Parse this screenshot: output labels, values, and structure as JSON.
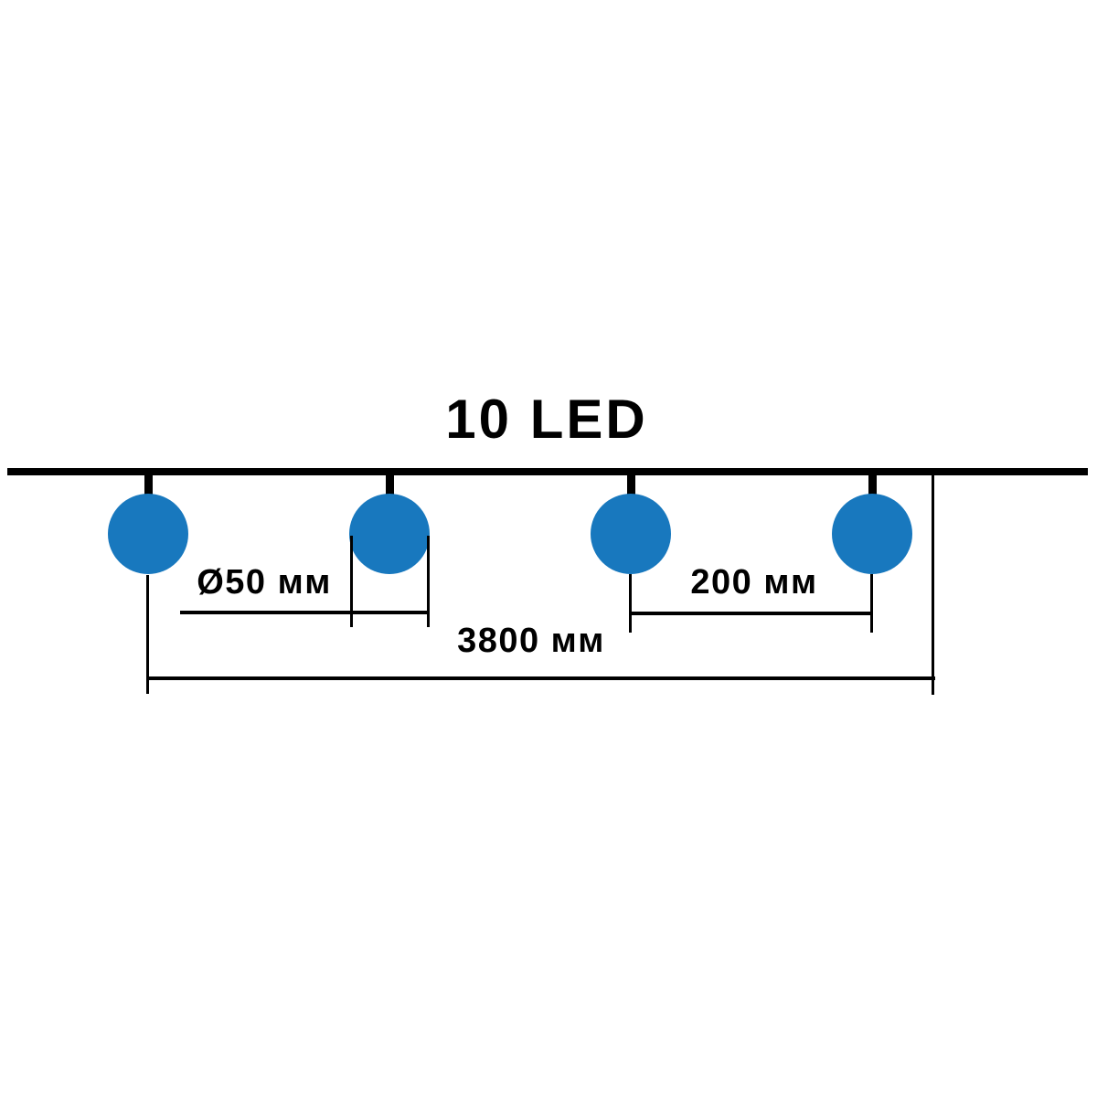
{
  "diagram": {
    "title": "10 LED",
    "led_count": "10",
    "bulbs_shown": 4,
    "colors": {
      "bulb": "#1878be",
      "line": "#000000",
      "background": "#ffffff"
    },
    "labels": {
      "diameter": "Ø50 мм",
      "spacing": "200 мм",
      "total_length": "3800 мм"
    },
    "values_mm": {
      "bulb_diameter": 50,
      "bulb_spacing": 200,
      "total_length": 3800
    }
  }
}
